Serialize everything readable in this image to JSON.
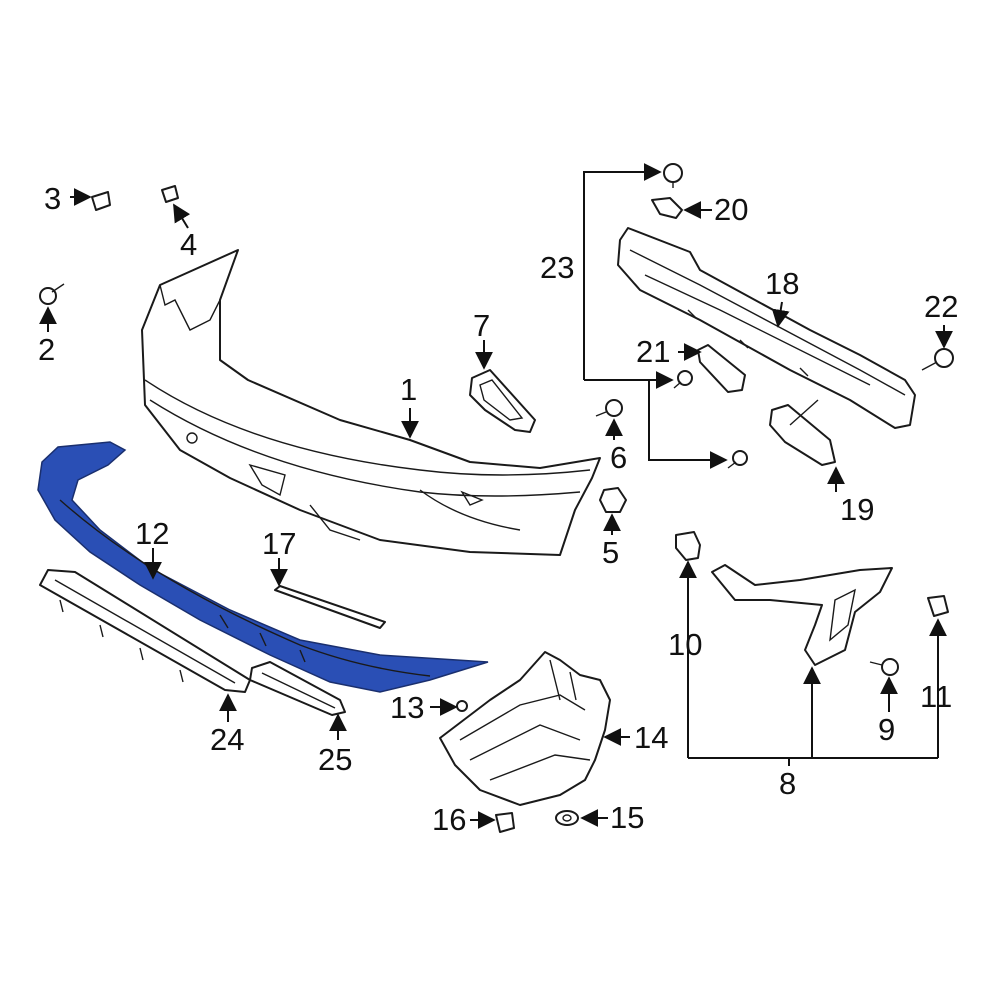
{
  "highlight_color": "#2a4fb5",
  "callouts": {
    "c1": "1",
    "c2": "2",
    "c3": "3",
    "c4": "4",
    "c5": "5",
    "c6": "6",
    "c7": "7",
    "c8": "8",
    "c9": "9",
    "c10": "10",
    "c11": "11",
    "c12": "12",
    "c13": "13",
    "c14": "14",
    "c15": "15",
    "c16": "16",
    "c17": "17",
    "c18": "18",
    "c19": "19",
    "c20": "20",
    "c21": "21",
    "c22": "22",
    "c23": "23",
    "c24": "24",
    "c25": "25"
  }
}
